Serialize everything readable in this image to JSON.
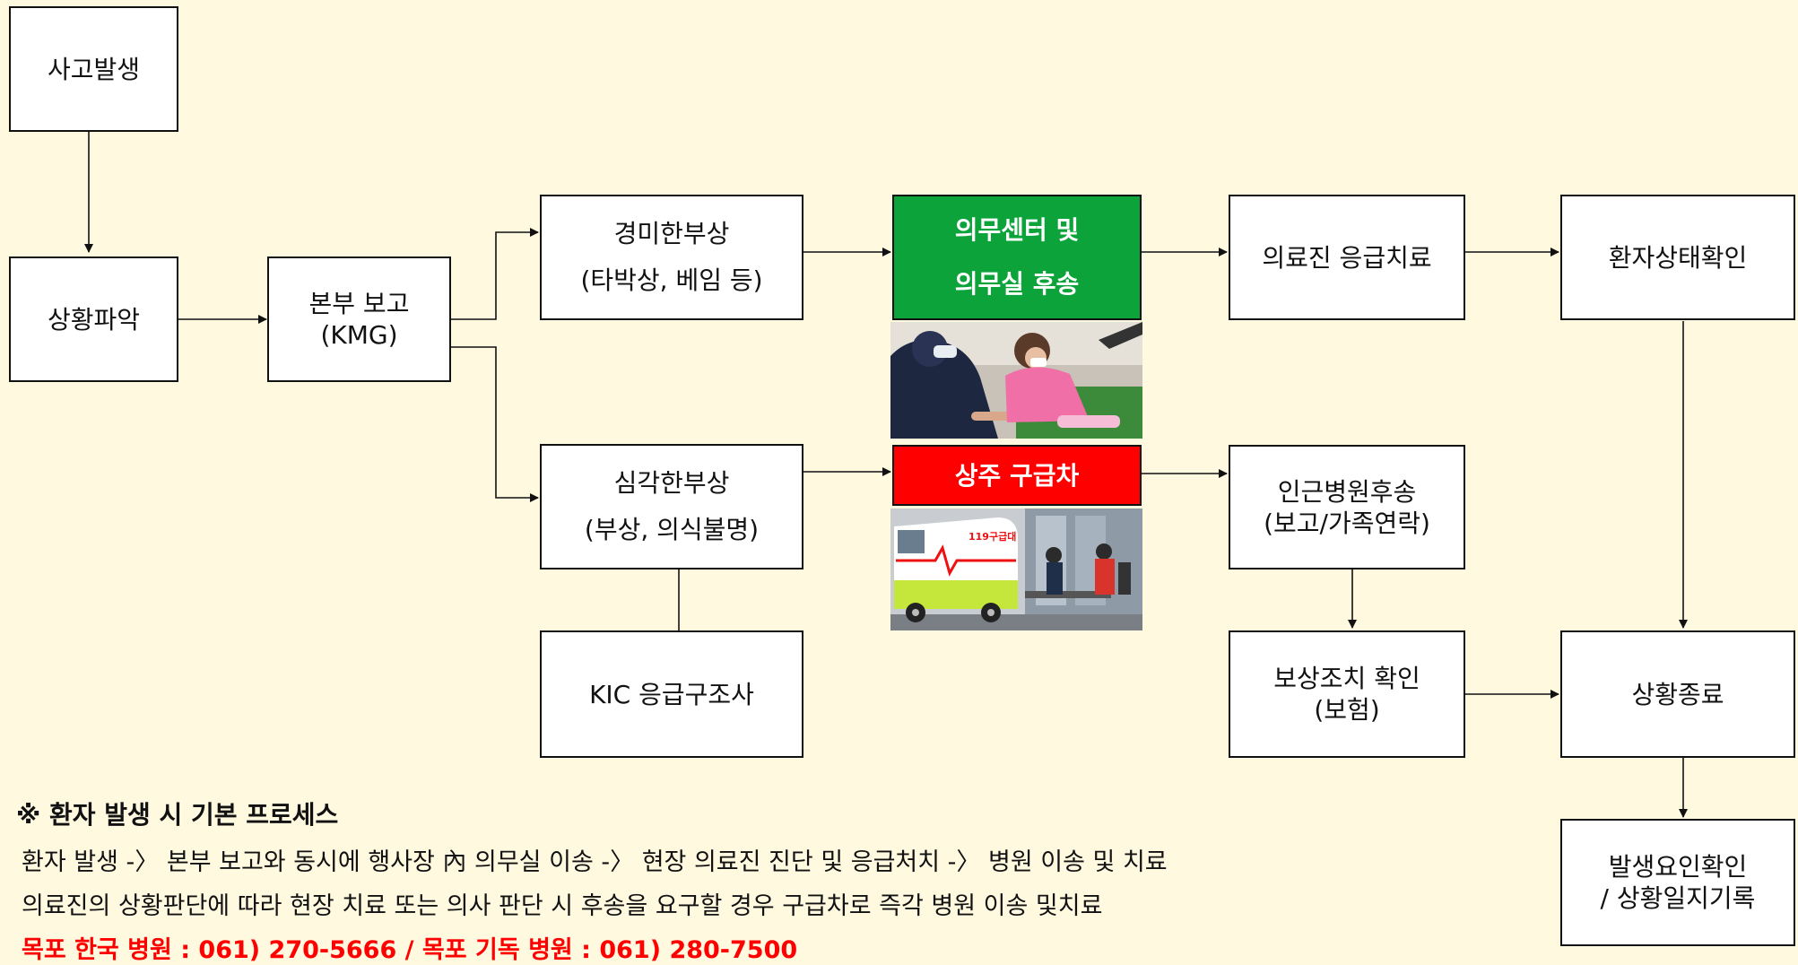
{
  "nodes": {
    "accident": "사고발생",
    "assess": "상황파악",
    "report_line1": "본부 보고",
    "report_line2": "(KMG)",
    "minor_line1": "경미한부상",
    "minor_line2": "(타박상, 베임 등)",
    "serious_line1": "심각한부상",
    "serious_line2": "(부상, 의식불명)",
    "kic": "KIC 응급구조사",
    "medical_center_line1": "의무센터 및",
    "medical_center_line2": "의무실 후송",
    "ambulance": "상주 구급차",
    "medical_treatment": "의료진 응급치료",
    "patient_check": "환자상태확인",
    "hospital_line1": "인근병원후송",
    "hospital_line2": "(보고/가족연락)",
    "compensation_line1": "보상조치 확인",
    "compensation_line2": "(보험)",
    "end": "상황종료",
    "record_line1": "발생요인확인",
    "record_line2": "/ 상황일지기록"
  },
  "notes": {
    "heading": "※ 환자 발생 시 기본 프로세스",
    "line1": "환자 발생 -〉 본부 보고와 동시에 행사장 內 의무실 이송 -〉 현장 의료진 진단 및 응급처치 -〉 병원 이송 및 치료",
    "line2": "의료진의 상황판단에 따라 현장 치료 또는 의사 판단 시 후송을 요구할 경우 구급차로 즉각 병원 이송 및치료",
    "contact": "목포 한국 병원 : 061) 270-5666 / 목포 기독 병원 : 061) 280-7500"
  },
  "photos": {
    "treatment": "medical-treatment-photo",
    "ambulance": "ambulance-photo",
    "ambulance_logo": "119구급대"
  },
  "colors": {
    "background": "#fff9e0",
    "green": "#0ca33a",
    "red": "#ff0000",
    "line": "#111111"
  }
}
